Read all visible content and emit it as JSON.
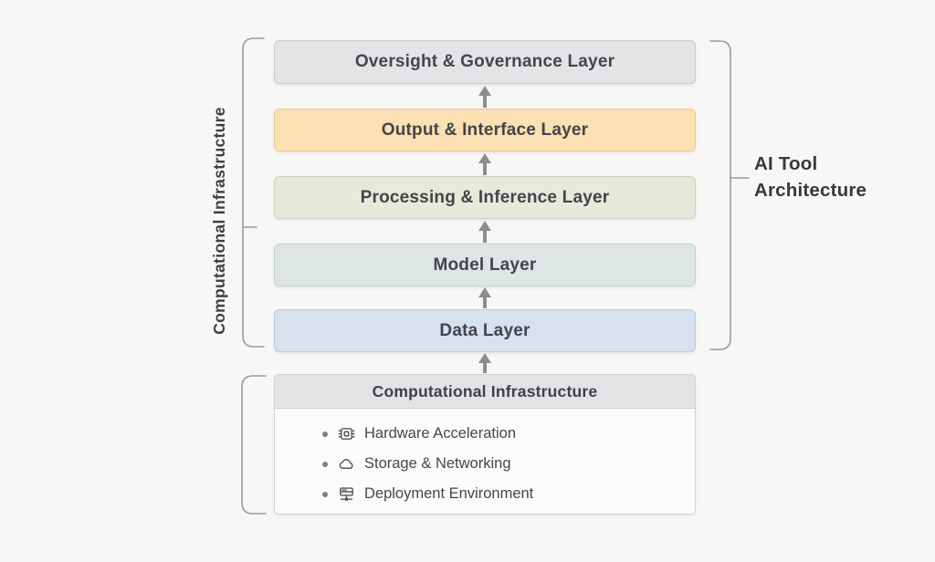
{
  "diagram": {
    "title_context": "AI tool architecture layer diagram",
    "left_label": "Computational Infrastructure",
    "right_label": {
      "line1": "AI Tool",
      "line2": "Architecture"
    },
    "layers": [
      {
        "label": "Oversight & Governance Layer",
        "bg": "#e4e4e7",
        "border": "#cbcbd1"
      },
      {
        "label": "Output & Interface Layer",
        "bg": "#fbe0b4",
        "border": "#eac890"
      },
      {
        "label": "Processing & Inference Layer",
        "bg": "#e6eadb",
        "border": "#ccd5ba"
      },
      {
        "label": "Model Layer",
        "bg": "#dde6e5",
        "border": "#c2d1d0"
      },
      {
        "label": "Data Layer",
        "bg": "#d7e2ee",
        "border": "#b9cce1"
      }
    ],
    "infrastructure": {
      "title": "Computational Infrastructure",
      "items": [
        {
          "icon": "cpu-chip-icon",
          "label": "Hardware Acceleration"
        },
        {
          "icon": "cloud-icon",
          "label": "Storage & Networking"
        },
        {
          "icon": "server-icon",
          "label": "Deployment Environment"
        }
      ]
    },
    "colors": {
      "background": "#f7f7f5",
      "arrow": "#8d8d90",
      "bracket": "#9a9a9e",
      "text": "#3e3e45",
      "infra_header_bg": "#e3e3e6",
      "infra_body_bg": "#fbfbfc"
    }
  }
}
